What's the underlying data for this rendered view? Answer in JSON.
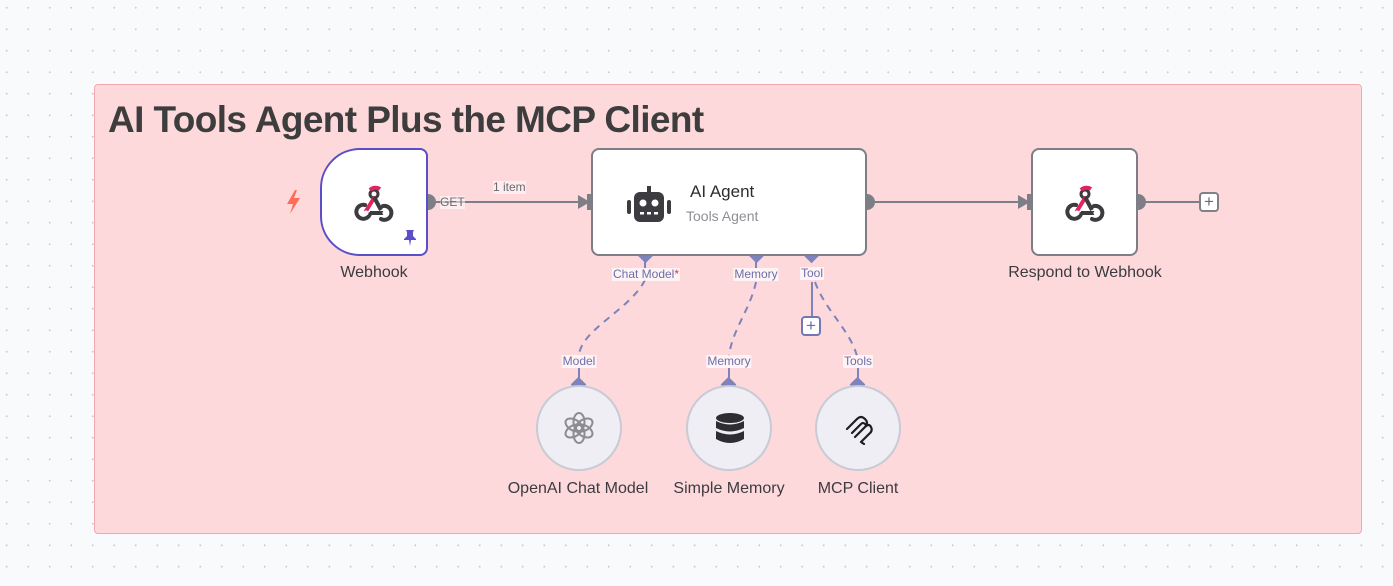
{
  "sticky_note": {
    "title": "AI Tools Agent Plus the MCP Client",
    "color": "#fdd9dc"
  },
  "nodes": {
    "webhook": {
      "label": "Webhook",
      "icon": "webhook-icon",
      "pinned": true,
      "trigger": true,
      "output_label": "GET"
    },
    "ai_agent": {
      "title": "AI Agent",
      "subtitle": "Tools Agent",
      "icon": "robot-icon"
    },
    "respond": {
      "label": "Respond to Webhook",
      "icon": "webhook-icon"
    },
    "openai": {
      "label": "OpenAI Chat Model",
      "icon": "openai-icon",
      "connector_label": "Model"
    },
    "memory": {
      "label": "Simple Memory",
      "icon": "database-icon",
      "connector_label": "Memory"
    },
    "mcp": {
      "label": "MCP Client",
      "icon": "mcp-icon",
      "connector_label": "Tools"
    }
  },
  "agent_inputs": {
    "chat_model": "Chat Model",
    "chat_model_required": "*",
    "memory": "Memory",
    "tool": "Tool"
  },
  "edges": {
    "webhook_to_agent_label": "1 item"
  },
  "buttons": {
    "add_tool": "+",
    "add_after_respond": "+"
  },
  "colors": {
    "accent_purple": "#5a4fc9",
    "connector_purple": "#7e82bd",
    "webhook_pink": "#e0245e",
    "trigger_orange": "#ff6d5a"
  }
}
